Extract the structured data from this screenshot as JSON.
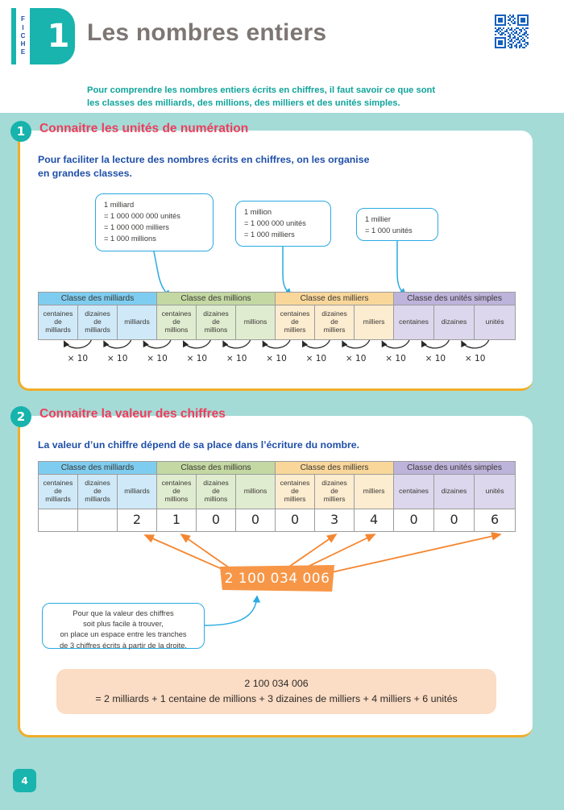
{
  "header": {
    "fiche_label": "FICHE",
    "fiche_letters": [
      "F",
      "I",
      "C",
      "H",
      "E"
    ],
    "fiche_number": "1",
    "title": "Les nombres entiers",
    "qr_icon": "qr-code-icon",
    "intro_line1": "Pour comprendre les nombres entiers écrits en chiffres, il faut savoir ce que sont",
    "intro_line2": "les classes des milliards, des millions, des milliers et des unités simples."
  },
  "section1": {
    "badge": "1",
    "title": "Connaitre les unités de numération",
    "lead_line1": "Pour faciliter la lecture des nombres écrits en chiffres, on les organise",
    "lead_line2": "en grandes classes.",
    "bubbles": [
      {
        "id": "bubble-milliard",
        "lines": [
          "1 milliard",
          "= 1 000 000 000 unités",
          "= 1 000 000 milliers",
          "= 1 000 millions"
        ]
      },
      {
        "id": "bubble-million",
        "lines": [
          "1 million",
          "= 1 000 000 unités",
          "= 1 000 milliers"
        ]
      },
      {
        "id": "bubble-millier",
        "lines": [
          "1 millier",
          "= 1 000 unités"
        ]
      }
    ],
    "x10_label": "× 10",
    "x10_count": 11
  },
  "section2": {
    "badge": "2",
    "title": "Connaitre la valeur des chiffres",
    "lead_line1": "La valeur d’un chiffre dépend de sa place dans l’écriture du nombre.",
    "digits": [
      "",
      "",
      "2",
      "1",
      "0",
      "0",
      "0",
      "3",
      "4",
      "0",
      "0",
      "6"
    ],
    "banner_number": "2 100 034 006",
    "note_bubble": {
      "id": "bubble-espace",
      "lines": [
        "Pour que la valeur des chiffres",
        "soit plus facile à trouver,",
        "on place un espace entre les tranches",
        "de 3 chiffres écrits à partir de la droite."
      ]
    },
    "summary_line1": "2 100 034 006",
    "summary_line2": "= 2 milliards + 1 centaine de millions + 3 dizaines de milliers + 4 milliers + 6 unités"
  },
  "table": {
    "classes": [
      {
        "label": "Classe des milliards",
        "span": 3,
        "head_class": "c-milliards-h",
        "body_class": "c-milliards"
      },
      {
        "label": "Classe des millions",
        "span": 3,
        "head_class": "c-millions-h",
        "body_class": "c-millions"
      },
      {
        "label": "Classe des milliers",
        "span": 3,
        "head_class": "c-milliers-h",
        "body_class": "c-milliers"
      },
      {
        "label": "Classe des unités simples",
        "span": 3,
        "head_class": "c-unites-h",
        "body_class": "c-unites"
      }
    ],
    "units": [
      {
        "lines": [
          "centaines",
          "de",
          "milliards"
        ],
        "cls": "c-milliards"
      },
      {
        "lines": [
          "dizaines",
          "de",
          "milliards"
        ],
        "cls": "c-milliards"
      },
      {
        "lines": [
          "milliards"
        ],
        "cls": "c-milliards"
      },
      {
        "lines": [
          "centaines",
          "de",
          "millions"
        ],
        "cls": "c-millions"
      },
      {
        "lines": [
          "dizaines",
          "de",
          "millions"
        ],
        "cls": "c-millions"
      },
      {
        "lines": [
          "millions"
        ],
        "cls": "c-millions"
      },
      {
        "lines": [
          "centaines",
          "de",
          "milliers"
        ],
        "cls": "c-milliers"
      },
      {
        "lines": [
          "dizaines",
          "de",
          "milliers"
        ],
        "cls": "c-milliers"
      },
      {
        "lines": [
          "milliers"
        ],
        "cls": "c-milliers"
      },
      {
        "lines": [
          "centaines"
        ],
        "cls": "c-unites"
      },
      {
        "lines": [
          "dizaines"
        ],
        "cls": "c-unites"
      },
      {
        "lines": [
          "unités"
        ],
        "cls": "c-unites"
      }
    ]
  },
  "footer": {
    "page_number": "4"
  },
  "colors": {
    "teal": "#18b4ad",
    "teal_bg": "#a4dbd7",
    "pink": "#ef3d5c",
    "blue": "#1f4fa8",
    "orange": "#f79647",
    "card_border": "#f0ad2a",
    "bubble_border": "#2aaae2",
    "summary_bg": "#fbdcc4",
    "title_grey": "#7d7673"
  }
}
